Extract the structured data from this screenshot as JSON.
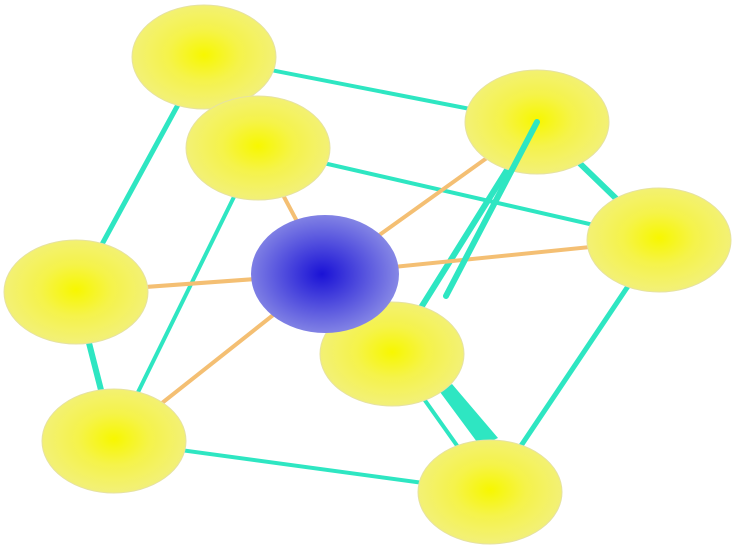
{
  "diagram": {
    "kind": "body-centered cubic lattice",
    "colors": {
      "background": "#ffffff",
      "corner_atom_center": "#f7f700",
      "corner_atom_edge": "#f2f07e",
      "central_atom_center": "#1a12d6",
      "central_atom_edge": "#8c8ee6",
      "cube_edge": "#2ee6c2",
      "center_bond": "#f4bf73"
    },
    "atoms": [
      {
        "id": "corner-top-back-left",
        "role": "corner"
      },
      {
        "id": "corner-top-front-left",
        "role": "corner"
      },
      {
        "id": "corner-top-back-right",
        "role": "corner"
      },
      {
        "id": "corner-top-front-right",
        "role": "corner"
      },
      {
        "id": "corner-bottom-back-left",
        "role": "corner"
      },
      {
        "id": "corner-bottom-front-left",
        "role": "corner"
      },
      {
        "id": "corner-bottom-back-right",
        "role": "corner"
      },
      {
        "id": "corner-bottom-front-right",
        "role": "corner"
      },
      {
        "id": "center",
        "role": "body-center"
      }
    ],
    "cube_edges": [
      [
        "corner-top-back-left",
        "corner-top-back-right"
      ],
      [
        "corner-top-back-left",
        "corner-bottom-back-left"
      ],
      [
        "corner-top-front-left",
        "corner-top-front-right"
      ],
      [
        "corner-top-front-left",
        "corner-bottom-front-left"
      ],
      [
        "corner-top-back-right",
        "corner-top-front-right"
      ],
      [
        "corner-top-back-right",
        "corner-bottom-back-right"
      ],
      [
        "corner-top-front-right",
        "corner-bottom-front-right"
      ],
      [
        "corner-bottom-back-left",
        "corner-bottom-front-left"
      ],
      [
        "corner-bottom-front-left",
        "corner-bottom-front-right"
      ],
      [
        "corner-bottom-back-right",
        "corner-bottom-front-right"
      ]
    ],
    "center_bonds": [
      "corner-top-front-left",
      "corner-top-back-right",
      "corner-top-front-right",
      "corner-bottom-back-left",
      "corner-bottom-front-left",
      "corner-bottom-back-right"
    ]
  }
}
